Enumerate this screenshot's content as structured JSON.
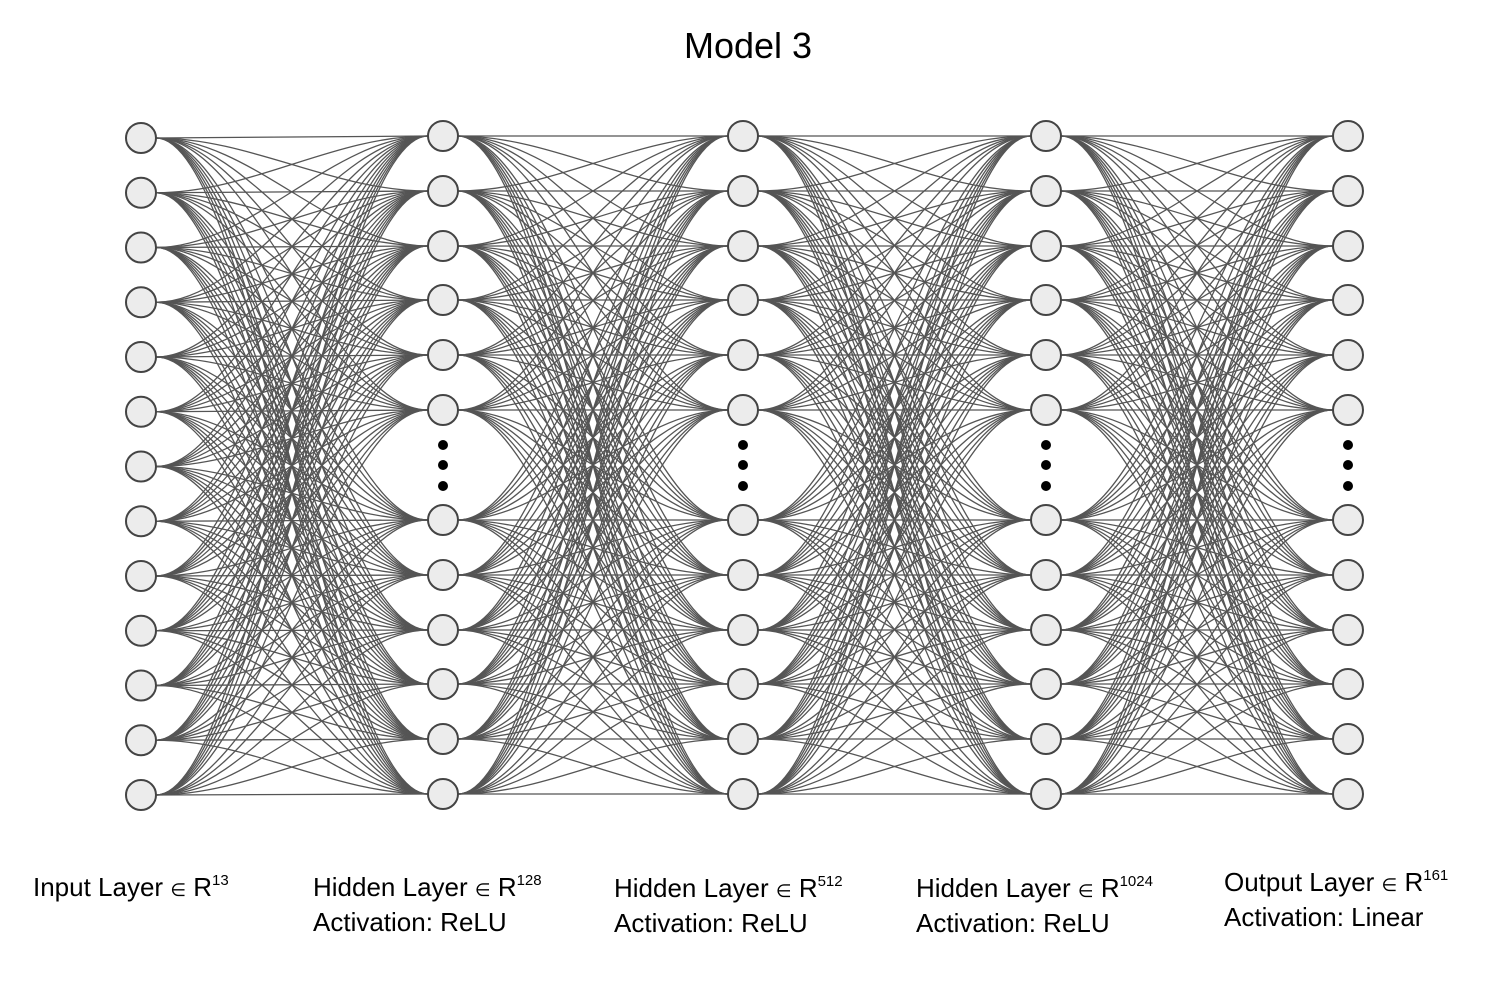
{
  "title": "Model 3",
  "diagram": {
    "line_color": "#555555",
    "node_fill": "#ececec",
    "node_stroke": "#444444",
    "dot_color": "#000000",
    "layers": [
      {
        "name": "Input Layer",
        "symbol": "∈",
        "space": "R",
        "dim": "13",
        "activation": "",
        "nodes_shown": 13,
        "has_ellipsis": false
      },
      {
        "name": "Hidden Layer",
        "symbol": "∈",
        "space": "R",
        "dim": "128",
        "activation": "Activation: ReLU",
        "nodes_shown": 12,
        "has_ellipsis": true
      },
      {
        "name": "Hidden Layer",
        "symbol": "∈",
        "space": "R",
        "dim": "512",
        "activation": "Activation: ReLU",
        "nodes_shown": 12,
        "has_ellipsis": true
      },
      {
        "name": "Hidden Layer",
        "symbol": "∈",
        "space": "R",
        "dim": "1024",
        "activation": "Activation: ReLU",
        "nodes_shown": 12,
        "has_ellipsis": true
      },
      {
        "name": "Output Layer",
        "symbol": "∈",
        "space": "R",
        "dim": "161",
        "activation": "Activation: Linear",
        "nodes_shown": 12,
        "has_ellipsis": true
      }
    ]
  }
}
